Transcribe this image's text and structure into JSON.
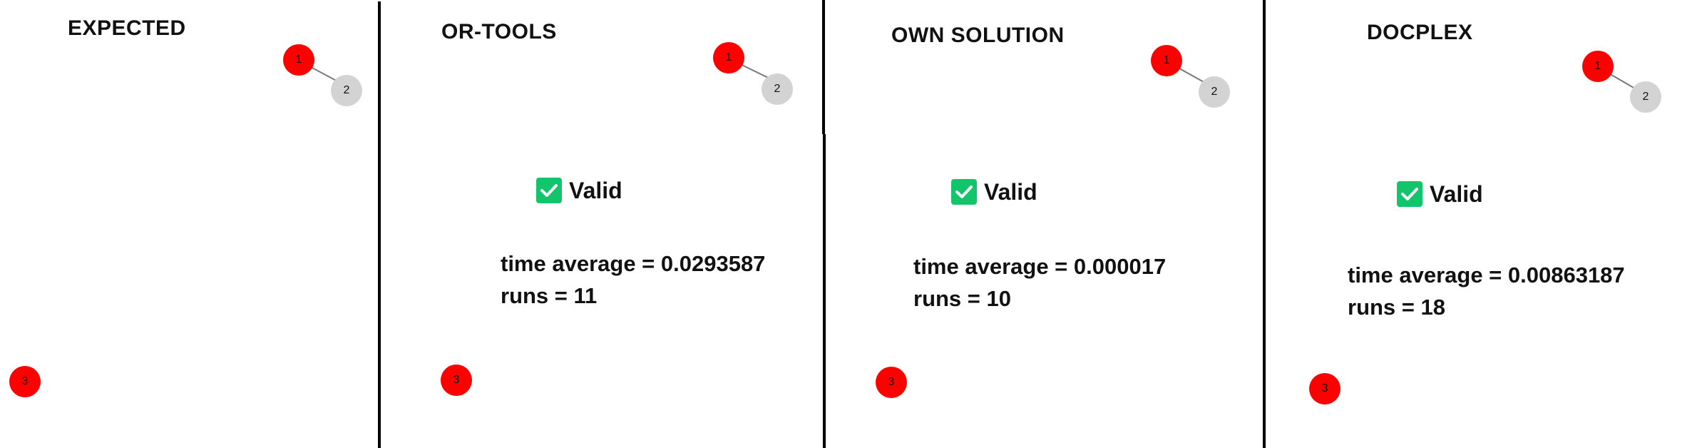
{
  "panels": [
    {
      "title": "EXPECTED",
      "nodes": [
        {
          "label": "1",
          "color": "#ff0000"
        },
        {
          "label": "2",
          "color": "#d3d3d3"
        },
        {
          "label": "3",
          "color": "#ff0000"
        }
      ]
    },
    {
      "title": "OR-TOOLS",
      "status": "Valid",
      "time_average_line": "time average = 0.0293587",
      "runs_line": "runs = 11",
      "nodes": [
        {
          "label": "1",
          "color": "#ff0000"
        },
        {
          "label": "2",
          "color": "#d3d3d3"
        },
        {
          "label": "3",
          "color": "#ff0000"
        }
      ]
    },
    {
      "title": "OWN SOLUTION",
      "status": "Valid",
      "time_average_line": "time average = 0.000017",
      "runs_line": "runs = 10",
      "nodes": [
        {
          "label": "1",
          "color": "#ff0000"
        },
        {
          "label": "2",
          "color": "#d3d3d3"
        },
        {
          "label": "3",
          "color": "#ff0000"
        }
      ]
    },
    {
      "title": "DOCPLEX",
      "status": "Valid",
      "time_average_line": "time average = 0.00863187",
      "runs_line": "runs = 18",
      "nodes": [
        {
          "label": "1",
          "color": "#ff0000"
        },
        {
          "label": "2",
          "color": "#d3d3d3"
        },
        {
          "label": "3",
          "color": "#ff0000"
        }
      ]
    }
  ],
  "icons": {
    "status": "check-icon",
    "status_color": "#12c46a"
  }
}
